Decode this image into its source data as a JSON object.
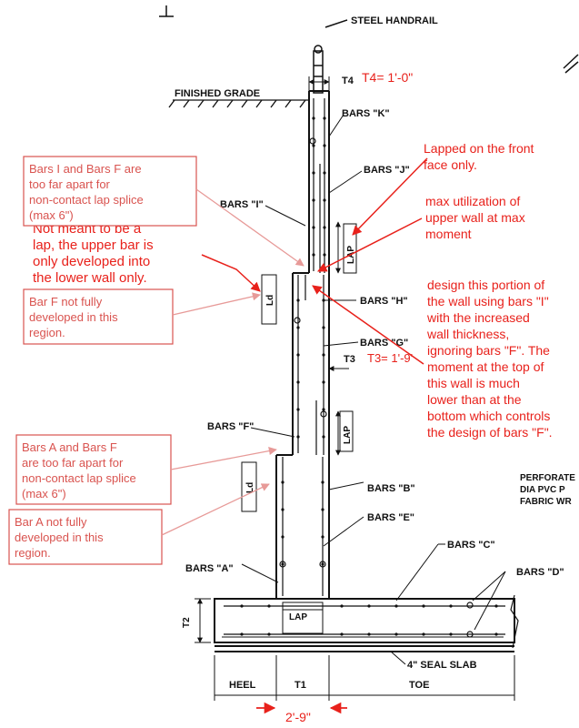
{
  "labels": {
    "steel_handrail": "STEEL HANDRAIL",
    "finished_grade": "FINISHED GRADE",
    "t4": "T4",
    "t4_value": "T4= 1'-0\"",
    "bars_k": "BARS \"K\"",
    "bars_j": "BARS \"J\"",
    "bars_i": "BARS \"I\"",
    "bars_h": "BARS \"H\"",
    "bars_g": "BARS \"G\"",
    "bars_f": "BARS \"F\"",
    "bars_b": "BARS \"B\"",
    "bars_e": "BARS \"E\"",
    "bars_c": "BARS \"C\"",
    "bars_d": "BARS \"D\"",
    "bars_a": "BARS \"A\"",
    "t3": "T3",
    "t3_value": "T3= 1'-9'",
    "lap": "LAP",
    "ld": "Ld",
    "t2": "T2",
    "t1": "T1",
    "heel": "HEEL",
    "toe": "TOE",
    "seal_slab": "4\" SEAL SLAB",
    "dim_t1": "2'-9\"",
    "perforated_line1": "PERFORATE",
    "perforated_line2": "DIA PVC P",
    "perforated_line3": "FABRIC WR"
  },
  "notes": {
    "lapped_front": [
      "Lapped on the front",
      "face only."
    ],
    "max_util": [
      "max utilization of",
      "upper wall at max",
      "moment"
    ],
    "design_portion": [
      "design this portion of",
      "the wall using bars \"I\"",
      "with the increased",
      "wall thickness,",
      "ignoring bars \"F\". The",
      "moment at the top of",
      "this wall is much",
      "lower than at the",
      "bottom which controls",
      "the design of bars \"F\"."
    ],
    "not_meant": [
      "Not meant to be a",
      "lap, the upper bar is",
      "only developed into",
      "the lower wall only."
    ]
  },
  "boxes": {
    "bars_i_f": [
      "Bars I and Bars F are",
      "too far apart for",
      "non-contact lap splice",
      "(max 6\")"
    ],
    "bar_f_dev": [
      "Bar F not fully",
      "developed in this",
      "region."
    ],
    "bars_a_f": [
      "Bars A and Bars F",
      "are too far apart for",
      "non-contact lap splice",
      "(max 6\")"
    ],
    "bar_a_dev": [
      "Bar A not fully",
      "developed in this",
      "region."
    ]
  },
  "colors": {
    "annotation_red": "#e8211b",
    "box_border": "#d9534f",
    "line": "#111111"
  }
}
